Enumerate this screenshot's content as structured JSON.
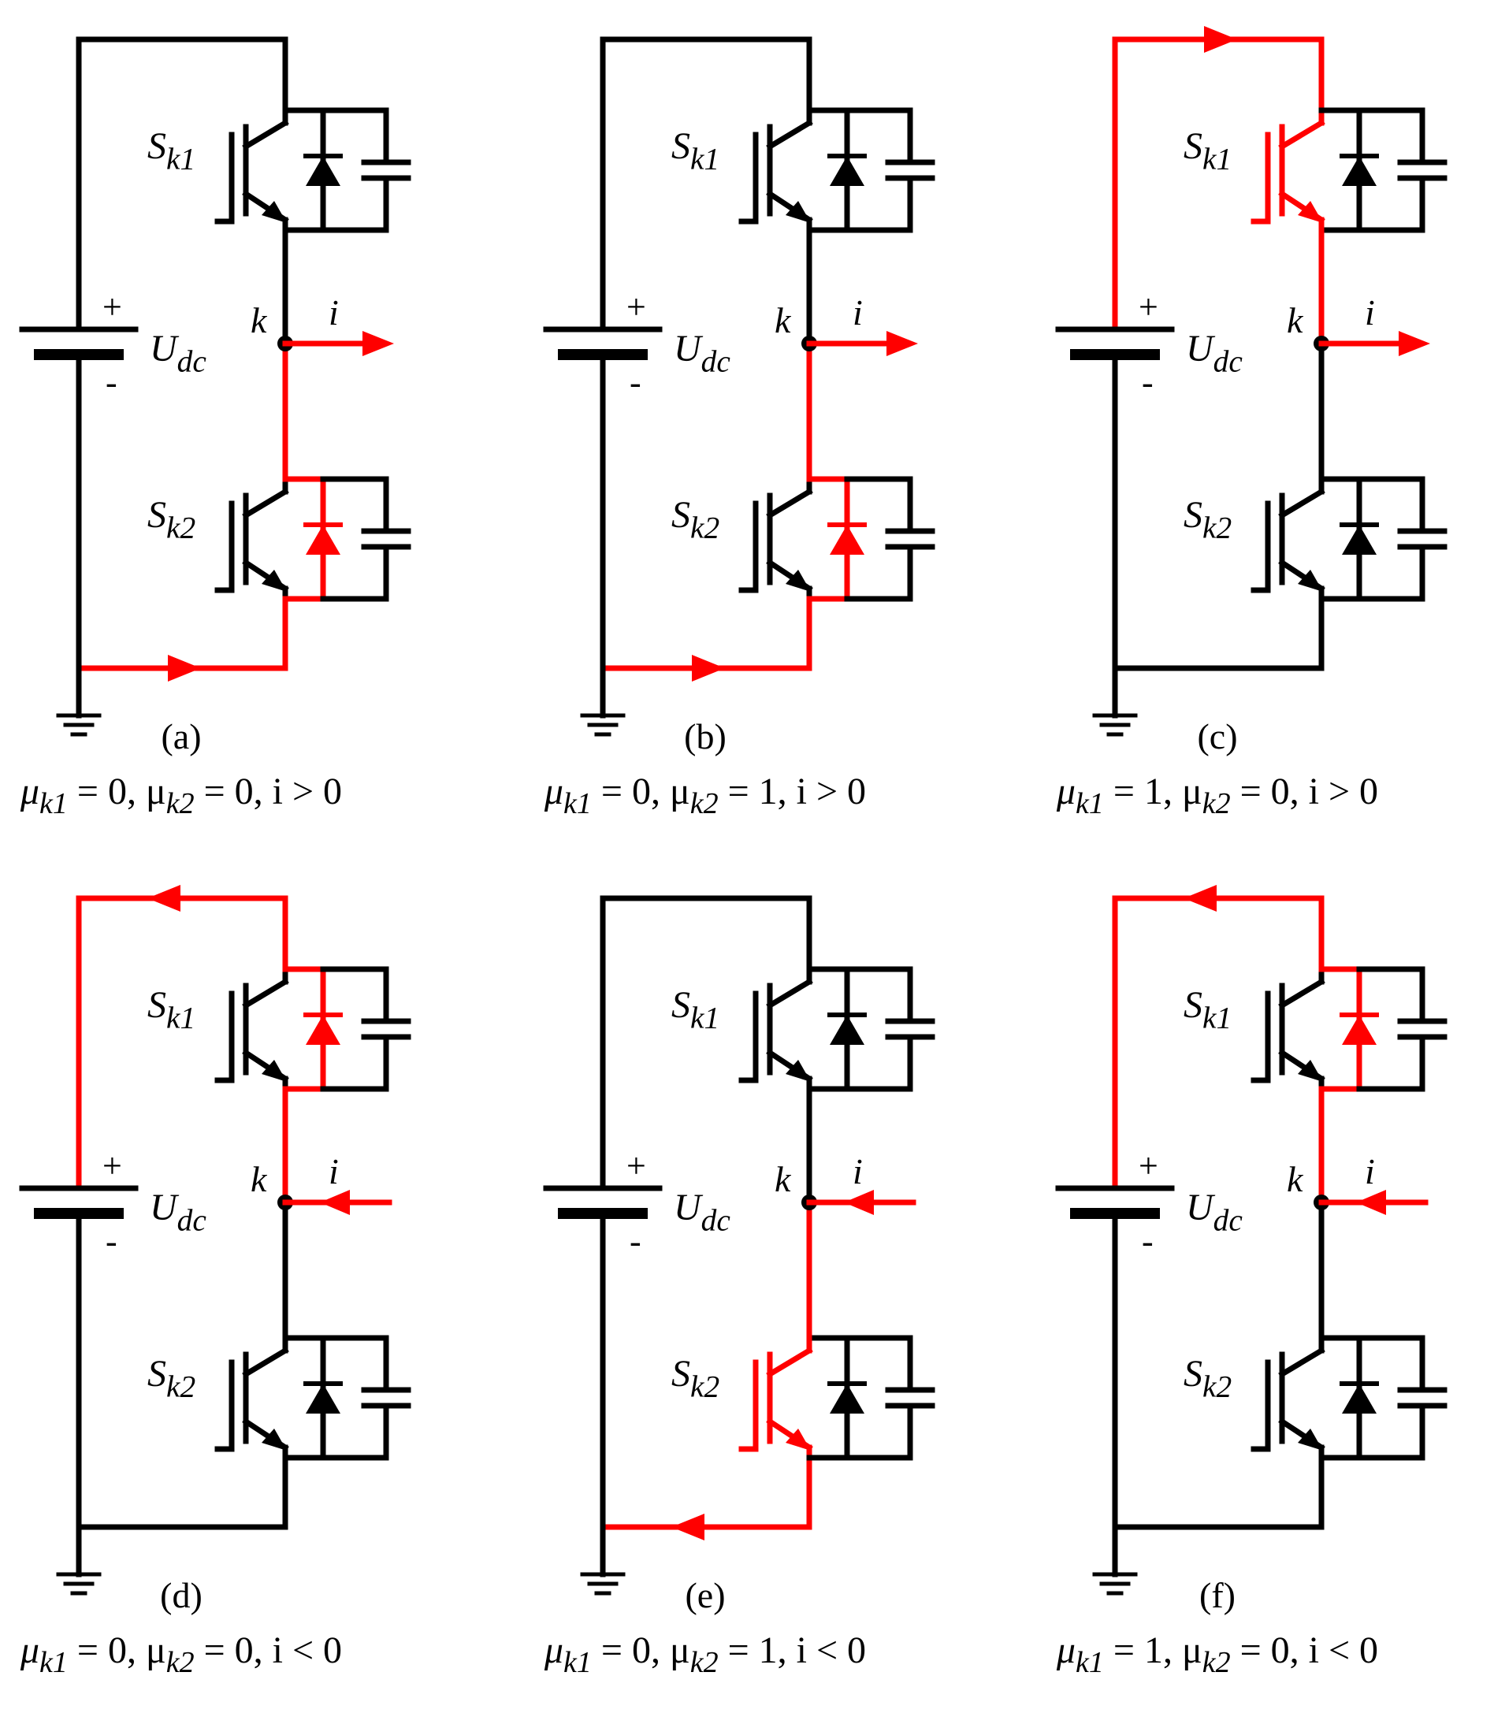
{
  "colors": {
    "wire": "#000000",
    "active": "#ff0000",
    "background": "#ffffff"
  },
  "labels": {
    "switch_upper": "S",
    "switch_upper_sub": "k1",
    "switch_lower": "S",
    "switch_lower_sub": "k2",
    "node": "k",
    "current": "i",
    "source": "U",
    "source_sub": "dc",
    "plus": "+",
    "minus": "-"
  },
  "panels": [
    {
      "id": "a",
      "tag": "(a)",
      "caption": "μk1 = 0, μk2 = 0, i > 0",
      "cap": [
        [
          "μ",
          "k1"
        ],
        [
          "= 0, μ",
          "k2"
        ],
        [
          "= 0, i > 0",
          ""
        ]
      ],
      "current_dir": "out",
      "path": "lower_diode",
      "loop": "bottom",
      "loop_dir": "right"
    },
    {
      "id": "b",
      "tag": "(b)",
      "caption": "μk1 = 0, μk2 = 1, i > 0",
      "cap": [
        [
          "μ",
          "k1"
        ],
        [
          "= 0, μ",
          "k2"
        ],
        [
          "= 1, i > 0",
          ""
        ]
      ],
      "current_dir": "out",
      "path": "lower_diode",
      "loop": "bottom",
      "loop_dir": "right"
    },
    {
      "id": "c",
      "tag": "(c)",
      "caption": "μk1 = 1, μk2 = 0, i > 0",
      "cap": [
        [
          "μ",
          "k1"
        ],
        [
          "= 1, μ",
          "k2"
        ],
        [
          "= 0, i > 0",
          ""
        ]
      ],
      "current_dir": "out",
      "path": "upper_igbt",
      "loop": "top",
      "loop_dir": "right"
    },
    {
      "id": "d",
      "tag": "(d)",
      "caption": "μk1 = 0, μk2 = 0, i < 0",
      "cap": [
        [
          "μ",
          "k1"
        ],
        [
          "= 0, μ",
          "k2"
        ],
        [
          "= 0, i < 0",
          ""
        ]
      ],
      "current_dir": "in",
      "path": "upper_diode",
      "loop": "top",
      "loop_dir": "left"
    },
    {
      "id": "e",
      "tag": "(e)",
      "caption": "μk1 = 0, μk2 = 1, i < 0",
      "cap": [
        [
          "μ",
          "k1"
        ],
        [
          "= 0, μ",
          "k2"
        ],
        [
          "= 1, i < 0",
          ""
        ]
      ],
      "current_dir": "in",
      "path": "lower_igbt",
      "loop": "bottom",
      "loop_dir": "left"
    },
    {
      "id": "f",
      "tag": "(f)",
      "caption": "μk1 = 1, μk2 = 0, i < 0",
      "cap": [
        [
          "μ",
          "k1"
        ],
        [
          "= 1, μ",
          "k2"
        ],
        [
          "= 0, i < 0",
          ""
        ]
      ],
      "current_dir": "in",
      "path": "upper_diode",
      "loop": "top",
      "loop_dir": "left"
    }
  ]
}
